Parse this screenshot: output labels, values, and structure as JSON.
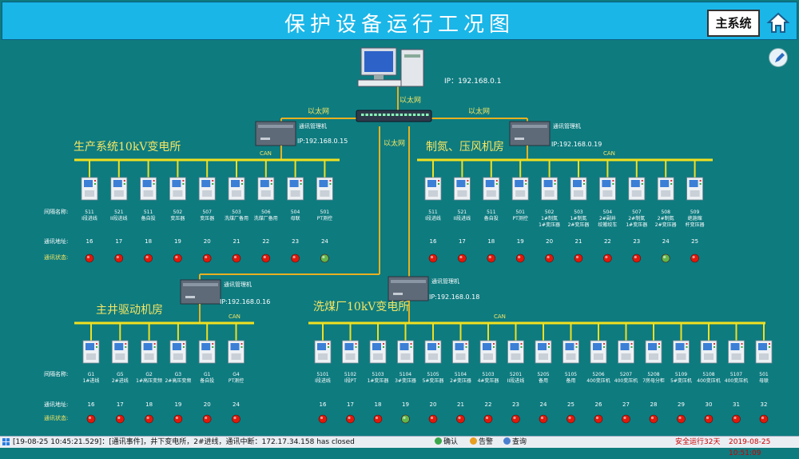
{
  "header": {
    "title": "保护设备运行工况图",
    "main_button": "主系统"
  },
  "computer": {
    "ip": "IP：192.168.0.1"
  },
  "ethernet_label": "以太网",
  "can_label": "CAN",
  "manager_label": "通讯管理机",
  "row_labels": {
    "bay_name": "间隔名称:",
    "address": "通讯地址:",
    "status": "通讯状态:"
  },
  "colors": {
    "ok": "#62b64a",
    "fault": "#e0180c",
    "bus": "#f0e020",
    "link": "#e8b020",
    "background": "#0e7b7f"
  },
  "stations": [
    {
      "name": "生产系统10kV变电所",
      "ip": "IP:192.168.0.15",
      "devices": [
        {
          "n": [
            "511",
            "I段进线"
          ],
          "addr": "16",
          "ok": false
        },
        {
          "n": [
            "521",
            "II段进线"
          ],
          "addr": "17",
          "ok": false
        },
        {
          "n": [
            "511",
            "备自投"
          ],
          "addr": "18",
          "ok": false
        },
        {
          "n": [
            "502",
            "变压器"
          ],
          "addr": "19",
          "ok": false
        },
        {
          "n": [
            "507",
            "变压器"
          ],
          "addr": "20",
          "ok": false
        },
        {
          "n": [
            "503",
            "洗煤厂备用"
          ],
          "addr": "21",
          "ok": false
        },
        {
          "n": [
            "506",
            "洗煤厂备用"
          ],
          "addr": "22",
          "ok": false
        },
        {
          "n": [
            "504",
            "母联"
          ],
          "addr": "23",
          "ok": false
        },
        {
          "n": [
            "501",
            "PT测控"
          ],
          "addr": "24",
          "ok": true
        }
      ]
    },
    {
      "name": "制氮、压风机房",
      "ip": "IP:192.168.0.19",
      "devices": [
        {
          "n": [
            "511",
            "I段进线"
          ],
          "addr": "16",
          "ok": false
        },
        {
          "n": [
            "521",
            "II段进线"
          ],
          "addr": "17",
          "ok": false
        },
        {
          "n": [
            "511",
            "备自投"
          ],
          "addr": "18",
          "ok": false
        },
        {
          "n": [
            "501",
            "PT测控"
          ],
          "addr": "19",
          "ok": false
        },
        {
          "n": [
            "502",
            "1#制氮",
            "1#变压器"
          ],
          "addr": "20",
          "ok": false
        },
        {
          "n": [
            "503",
            "1#制氮",
            "2#变压器"
          ],
          "addr": "21",
          "ok": false
        },
        {
          "n": [
            "504",
            "2#副井",
            "绞搬绞车"
          ],
          "addr": "22",
          "ok": false
        },
        {
          "n": [
            "507",
            "2#制氮",
            "1#变压器"
          ],
          "addr": "23",
          "ok": false
        },
        {
          "n": [
            "508",
            "2#制氮",
            "2#变压器"
          ],
          "addr": "24",
          "ok": true
        },
        {
          "n": [
            "509",
            "绝施缩",
            "杆变压器"
          ],
          "addr": "25",
          "ok": false
        }
      ]
    },
    {
      "name": "主井驱动机房",
      "ip": "IP:192.168.0.16",
      "devices": [
        {
          "n": [
            "G1",
            "1#进线"
          ],
          "addr": "16",
          "ok": false
        },
        {
          "n": [
            "G5",
            "2#进线"
          ],
          "addr": "17",
          "ok": false
        },
        {
          "n": [
            "G2",
            "1#高压变频"
          ],
          "addr": "18",
          "ok": false
        },
        {
          "n": [
            "G3",
            "2#高压变频"
          ],
          "addr": "19",
          "ok": false
        },
        {
          "n": [
            "G1",
            "备自投"
          ],
          "addr": "20",
          "ok": false
        },
        {
          "n": [
            "G4",
            "PT测控"
          ],
          "addr": "24",
          "ok": false
        }
      ]
    },
    {
      "name": "洗煤厂10kV变电所",
      "ip": "IP:192.168.0.18",
      "devices": [
        {
          "n": [
            "5101",
            "I段进线"
          ],
          "addr": "16",
          "ok": false
        },
        {
          "n": [
            "5102",
            "I段PT"
          ],
          "addr": "17",
          "ok": false
        },
        {
          "n": [
            "5103",
            "1#变压器"
          ],
          "addr": "18",
          "ok": false
        },
        {
          "n": [
            "5104",
            "3#变压器"
          ],
          "addr": "19",
          "ok": true
        },
        {
          "n": [
            "5105",
            "5#变压器"
          ],
          "addr": "20",
          "ok": false
        },
        {
          "n": [
            "5104",
            "2#变压器"
          ],
          "addr": "21",
          "ok": false
        },
        {
          "n": [
            "5103",
            "4#变压器"
          ],
          "addr": "22",
          "ok": false
        },
        {
          "n": [
            "5201",
            "II段进线"
          ],
          "addr": "23",
          "ok": false
        },
        {
          "n": [
            "5205",
            "备用"
          ],
          "addr": "24",
          "ok": false
        },
        {
          "n": [
            "5105",
            "备用"
          ],
          "addr": "25",
          "ok": false
        },
        {
          "n": [
            "5206",
            "400变压机"
          ],
          "addr": "26",
          "ok": false
        },
        {
          "n": [
            "5207",
            "400变压机"
          ],
          "addr": "27",
          "ok": false
        },
        {
          "n": [
            "5208",
            "7房母分柜"
          ],
          "addr": "28",
          "ok": false
        },
        {
          "n": [
            "5109",
            "5#变压机"
          ],
          "addr": "29",
          "ok": false
        },
        {
          "n": [
            "5108",
            "400变压机"
          ],
          "addr": "30",
          "ok": false
        },
        {
          "n": [
            "5107",
            "400变压机"
          ],
          "addr": "31",
          "ok": false
        },
        {
          "n": [
            "501",
            "母联"
          ],
          "addr": "32",
          "ok": false
        }
      ]
    }
  ],
  "statusbar": {
    "message": "[19-08-25 10:45:21.529]：[通讯事件]，井下变电所，2#进线，通讯中断：172.17.34.158 has closed",
    "confirm": "确认",
    "alarm": "告警",
    "query": "查询",
    "uptime": "安全运行32天",
    "datetime": "2019-08-25 10:51:09"
  }
}
